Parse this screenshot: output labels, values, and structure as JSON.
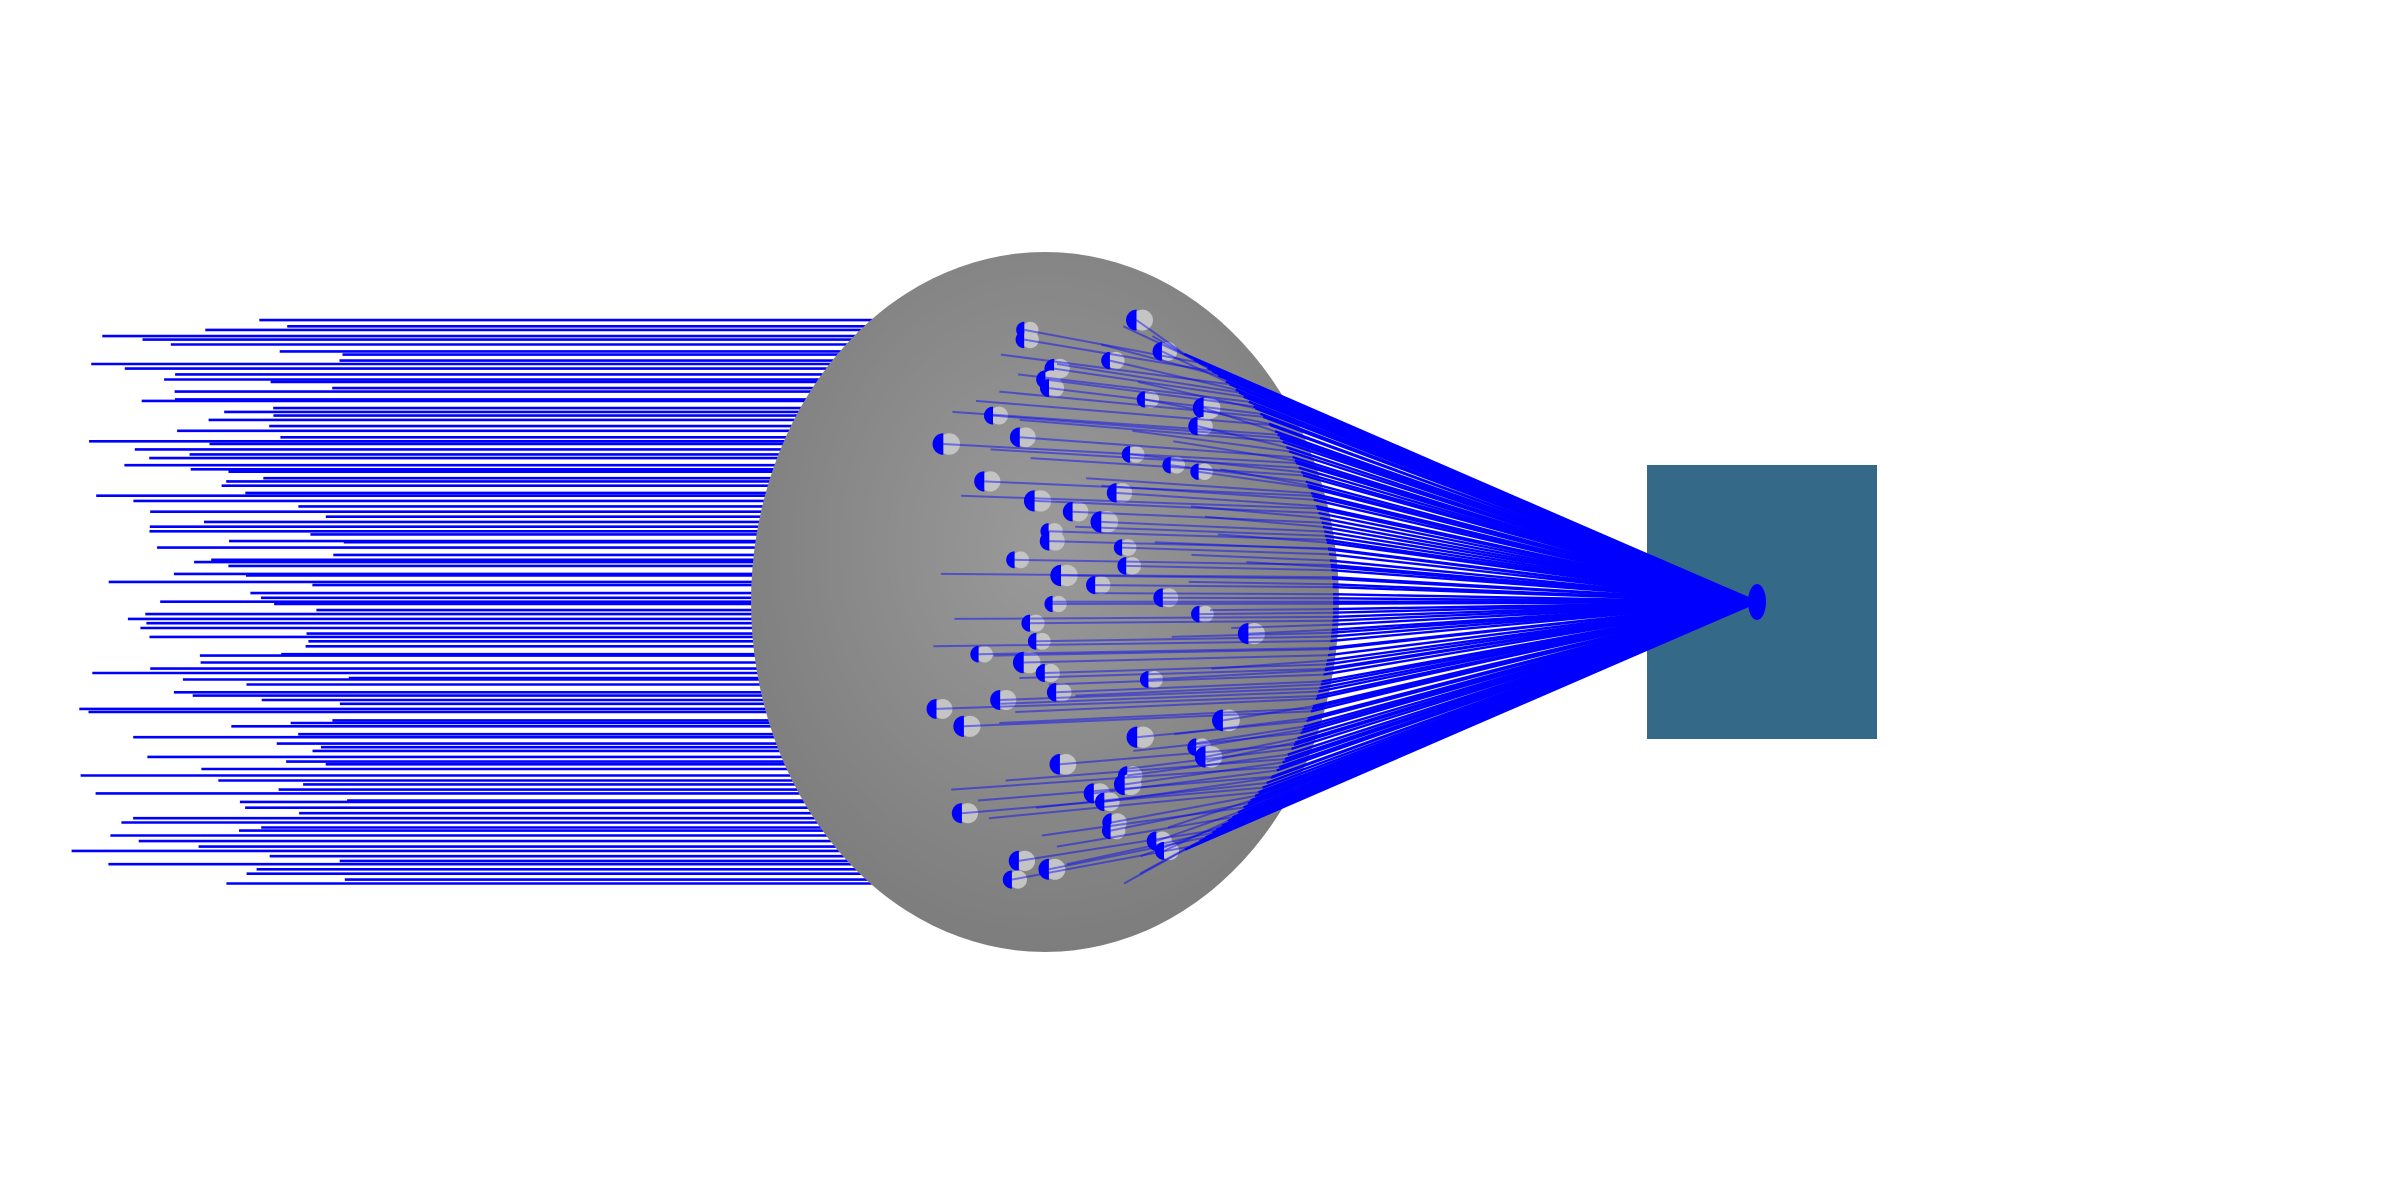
{
  "diagram": {
    "type": "ray-trace",
    "colors": {
      "background": "#ffffff",
      "ray": "#0000ff",
      "lens_center": "#9a9a9a",
      "lens_edge": "#7c7c7c",
      "detector": "#346a88",
      "hit_marker_light": "#c4c4c4",
      "hit_marker_dark": "#0000ff"
    },
    "lens": {
      "shape": "ellipse",
      "shading": "radial-gradient"
    },
    "detector": {
      "shape": "square"
    },
    "rays": {
      "direction": "left-to-right",
      "convergence": "single-focus"
    }
  }
}
